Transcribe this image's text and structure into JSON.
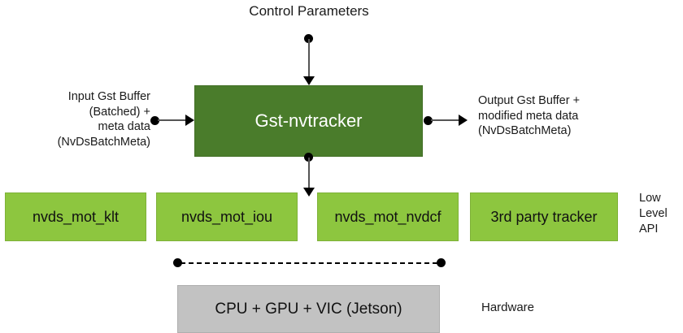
{
  "diagram": {
    "title": "Control Parameters",
    "main_block": {
      "label": "Gst-nvtracker",
      "color": "#4a7c2b"
    },
    "input_label": "Input Gst Buffer\n(Batched) +\nmeta data\n(NvDsBatchMeta)",
    "output_label": "Output Gst Buffer +\nmodified meta data\n(NvDsBatchMeta)",
    "low_level": {
      "side_label": "Low\nLevel\nAPI",
      "color": "#8dc63f",
      "blocks": [
        {
          "label": "nvds_mot_klt"
        },
        {
          "label": "nvds_mot_iou"
        },
        {
          "label": "nvds_mot_nvdcf"
        },
        {
          "label": "3rd party tracker"
        }
      ]
    },
    "hardware": {
      "block_label": "CPU + GPU + VIC (Jetson)",
      "side_label": "Hardware",
      "color": "#c2c2c2"
    }
  }
}
